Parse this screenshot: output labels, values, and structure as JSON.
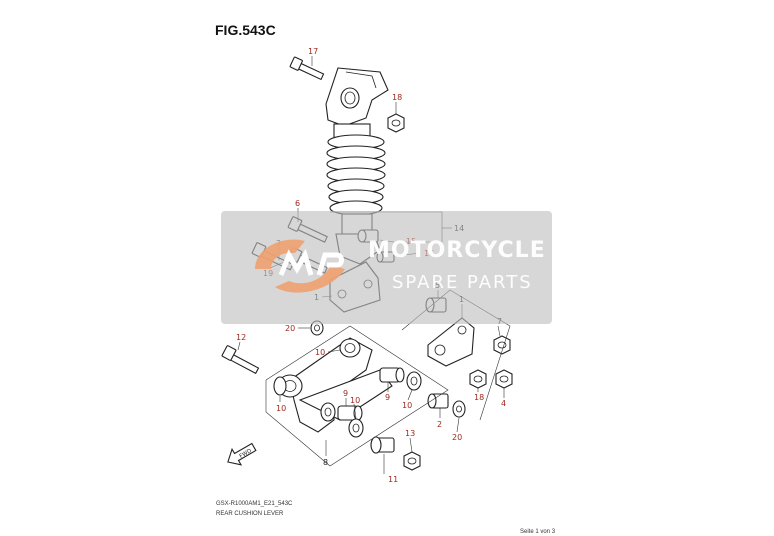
{
  "figure_title": "FIG.543C",
  "footer": {
    "code": "GSX-R1000AM1_E21_543C",
    "name": "REAR CUSHION LEVER",
    "page": "Seite 1 von 3"
  },
  "watermark": {
    "line1": "MOTORCYCLE",
    "line2": "SPARE PARTS",
    "logo_icon": "msp-logo-icon",
    "colors": {
      "overlay": "#bebebe",
      "logo": "#f0a070",
      "text": "#ffffff"
    }
  },
  "fwd_badge": "FWD",
  "colors": {
    "callout_red": "#a0281e",
    "line": "#222222"
  },
  "callouts": [
    {
      "id": "c17",
      "label": "17"
    },
    {
      "id": "c18a",
      "label": "18"
    },
    {
      "id": "c6",
      "label": "6"
    },
    {
      "id": "c3",
      "label": "3"
    },
    {
      "id": "c19",
      "label": "19"
    },
    {
      "id": "c14",
      "label": "14"
    },
    {
      "id": "c15",
      "label": "15"
    },
    {
      "id": "c16",
      "label": "16"
    },
    {
      "id": "c5",
      "label": "5"
    },
    {
      "id": "c1a",
      "label": "1"
    },
    {
      "id": "c1b",
      "label": "1"
    },
    {
      "id": "c7",
      "label": "7"
    },
    {
      "id": "c20a",
      "label": "20"
    },
    {
      "id": "c12",
      "label": "12"
    },
    {
      "id": "c10a",
      "label": "10"
    },
    {
      "id": "c10b",
      "label": "10"
    },
    {
      "id": "c9a",
      "label": "9"
    },
    {
      "id": "c9b",
      "label": "9"
    },
    {
      "id": "c10c",
      "label": "10"
    },
    {
      "id": "c10d",
      "label": "10"
    },
    {
      "id": "c8",
      "label": "8"
    },
    {
      "id": "c18b",
      "label": "18"
    },
    {
      "id": "c4",
      "label": "4"
    },
    {
      "id": "c2",
      "label": "2"
    },
    {
      "id": "c20b",
      "label": "20"
    },
    {
      "id": "c13",
      "label": "13"
    },
    {
      "id": "c11",
      "label": "11"
    }
  ]
}
